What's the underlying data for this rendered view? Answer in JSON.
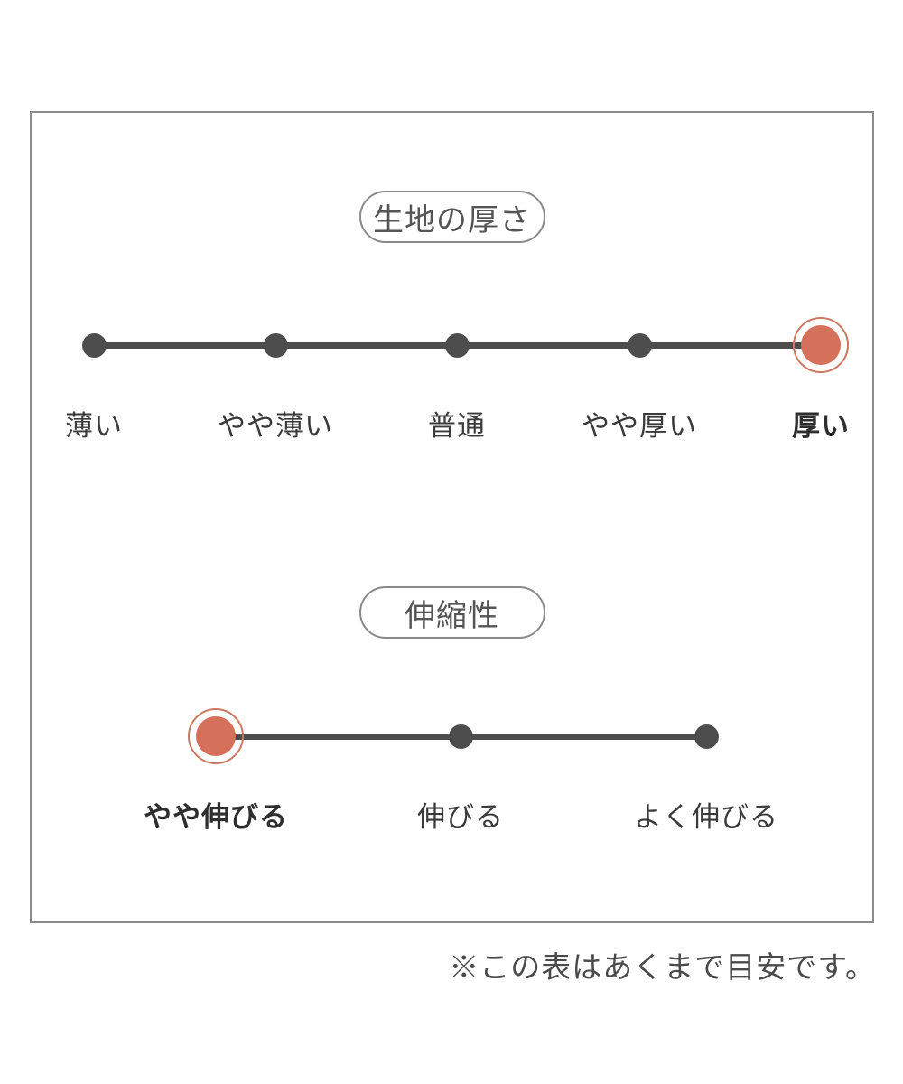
{
  "panel": {
    "note": "※この表はあくまで目安です。"
  },
  "chart_data": [
    {
      "type": "scale",
      "title": "生地の厚さ",
      "categories": [
        "薄い",
        "やや薄い",
        "普通",
        "やや厚い",
        "厚い"
      ],
      "levels": 5,
      "selected_index": 4,
      "selected_label": "厚い"
    },
    {
      "type": "scale",
      "title": "伸縮性",
      "categories": [
        "やや伸びる",
        "伸びる",
        "よく伸びる"
      ],
      "levels": 3,
      "selected_index": 0,
      "selected_label": "やや伸びる"
    }
  ],
  "colors": {
    "track": "#4d4d4d",
    "dot": "#4d4d4d",
    "selected_dot": "#d5705a",
    "selected_ring": "#cb7963",
    "box_border": "#8c8c8c",
    "pill_border": "#8a8a8a",
    "label_text": "#3a3a3a",
    "note_text": "#4a4a4a"
  }
}
